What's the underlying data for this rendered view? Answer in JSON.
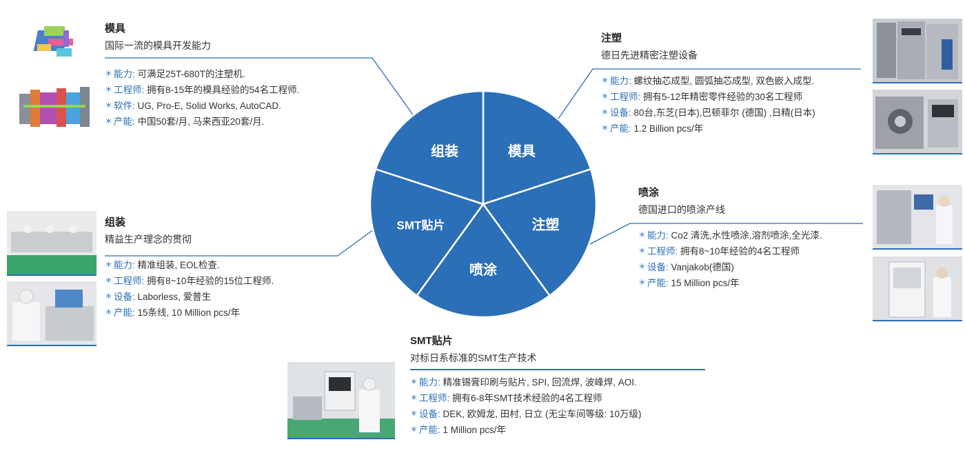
{
  "colors": {
    "accent": "#2a6fb7",
    "pie": "#2a6fb7",
    "pie_stroke": "#ffffff"
  },
  "pie": {
    "segments": [
      {
        "id": "mold",
        "label": "模具"
      },
      {
        "id": "molding",
        "label": "注塑"
      },
      {
        "id": "spray",
        "label": "喷涂"
      },
      {
        "id": "smt",
        "label": "SMT贴片"
      },
      {
        "id": "assembly",
        "label": "组装"
      }
    ]
  },
  "sections": {
    "mold": {
      "title": "模具",
      "subtitle": "国际一流的模具开发能力",
      "items": [
        {
          "key": "能力:",
          "value": "可满足25T-680T的注塑机."
        },
        {
          "key": "工程师:",
          "value": "拥有8-15年的模具经验的54名工程师."
        },
        {
          "key": "软件:",
          "value": "UG, Pro-E, Solid Works, AutoCAD."
        },
        {
          "key": "产能:",
          "value": "中国50套/月, 马来西亚20套/月."
        }
      ]
    },
    "molding": {
      "title": "注塑",
      "subtitle": "德日先进精密注塑设备",
      "items": [
        {
          "key": "能力:",
          "value": "螺纹抽芯成型, 圆弧抽芯成型, 双色嵌入成型."
        },
        {
          "key": "工程师:",
          "value": "拥有5-12年精密零件经验的30名工程师"
        },
        {
          "key": "设备:",
          "value": "80台,东芝(日本),巴顿菲尔 (德国) ,日精(日本)"
        },
        {
          "key": "产能:",
          "value": "1.2 Billion pcs/年"
        }
      ]
    },
    "spray": {
      "title": "喷涂",
      "subtitle": "德国进口的喷涂产线",
      "items": [
        {
          "key": "能力:",
          "value": "Co2 清洗,水性喷涂,溶剂喷涂,全光漆."
        },
        {
          "key": "工程师:",
          "value": "拥有8~10年经验的4名工程师"
        },
        {
          "key": "设备:",
          "value": "Vanjakob(德国)"
        },
        {
          "key": "产能:",
          "value": "15 Million pcs/年"
        }
      ]
    },
    "assembly": {
      "title": "组装",
      "subtitle": "精益生产理念的贯彻",
      "items": [
        {
          "key": "能力:",
          "value": "精准组装, EOL检查."
        },
        {
          "key": "工程师:",
          "value": "拥有8~10年经验的15位工程师."
        },
        {
          "key": "设备:",
          "value": "Laborless, 爱普生"
        },
        {
          "key": "产能:",
          "value": "15条线, 10 Million pcs/年"
        }
      ]
    },
    "smt": {
      "title": "SMT贴片",
      "subtitle": "对标日系标准的SMT生产技术",
      "items": [
        {
          "key": "能力:",
          "value": "精准锡膏印刷与贴片, SPI, 回流焊, 波峰焊, AOI."
        },
        {
          "key": "工程师:",
          "value": "拥有6-8年SMT技术经验的4名工程师"
        },
        {
          "key": "设备:",
          "value": "DEK, 欧姆龙, 田村, 日立 (无尘车间等级: 10万级)"
        },
        {
          "key": "产能:",
          "value": "1 Million pcs/年"
        }
      ]
    }
  },
  "icons": [
    "mold-3d-model-icon",
    "injection-machine-photo",
    "spray-lab-photo",
    "assembly-line-photo",
    "smt-workshop-photo"
  ]
}
